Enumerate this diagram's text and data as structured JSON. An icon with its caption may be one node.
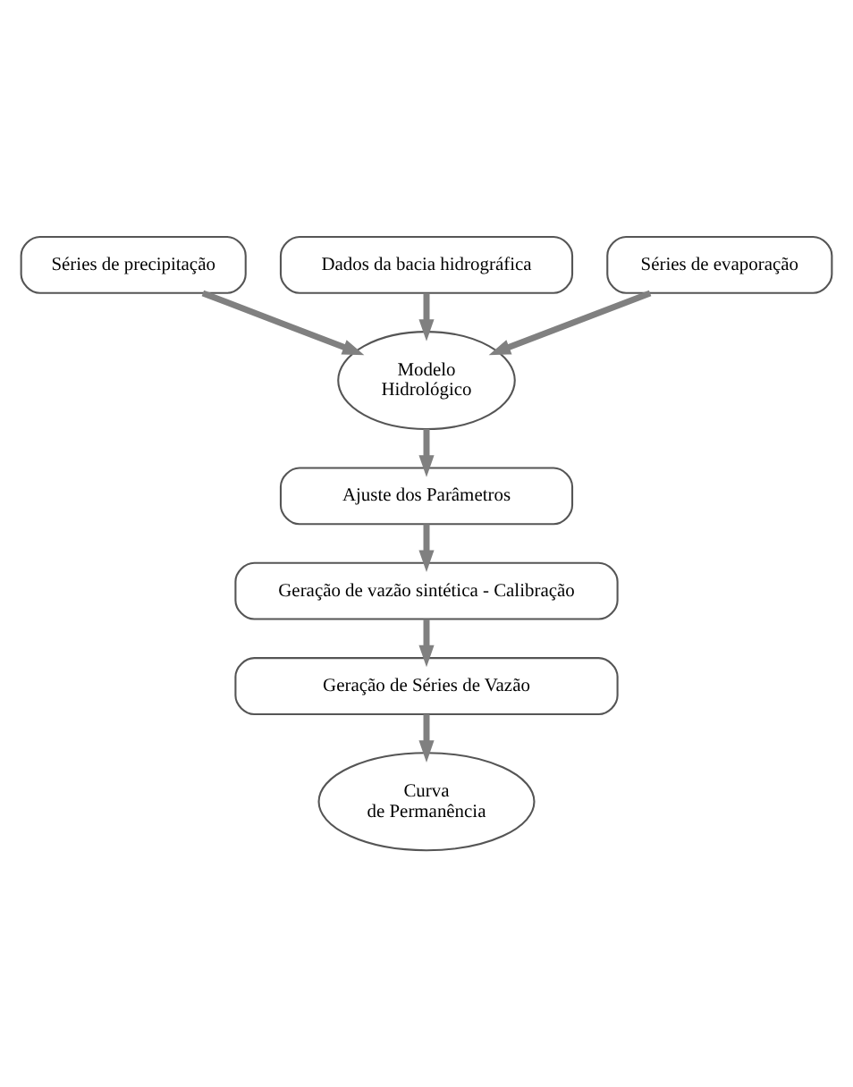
{
  "diagram": {
    "nodes": [
      {
        "text": [
          "Dados da bacia hidrográfica"
        ]
      },
      {
        "text": [
          "Séries de precipitação"
        ]
      },
      {
        "text": [
          "Séries de evaporação"
        ]
      },
      {
        "text": [
          "Modelo Hidrológico"
        ]
      },
      {
        "text": [
          "Ajuste dos Parâmetros"
        ]
      },
      {
        "text": [
          "Geração de vazão sintética - Calibração"
        ]
      },
      {
        "text": [
          "Geração de Séries de Vazão"
        ]
      },
      {
        "text": [
          "Curva de Permanência"
        ]
      }
    ],
    "edges": [
      {
        "from": 0,
        "to": 3,
        "arrow": "to"
      },
      {
        "from": 1,
        "to": 3,
        "arrow": "to"
      },
      {
        "from": 2,
        "to": 3,
        "arrow": "to"
      },
      {
        "from": 3,
        "to": 4,
        "arrow": "to"
      },
      {
        "from": 4,
        "to": 5,
        "arrow": "to"
      },
      {
        "from": 5,
        "to": 6,
        "arrow": "to"
      },
      {
        "from": 6,
        "to": 7,
        "arrow": "to"
      }
    ]
  }
}
